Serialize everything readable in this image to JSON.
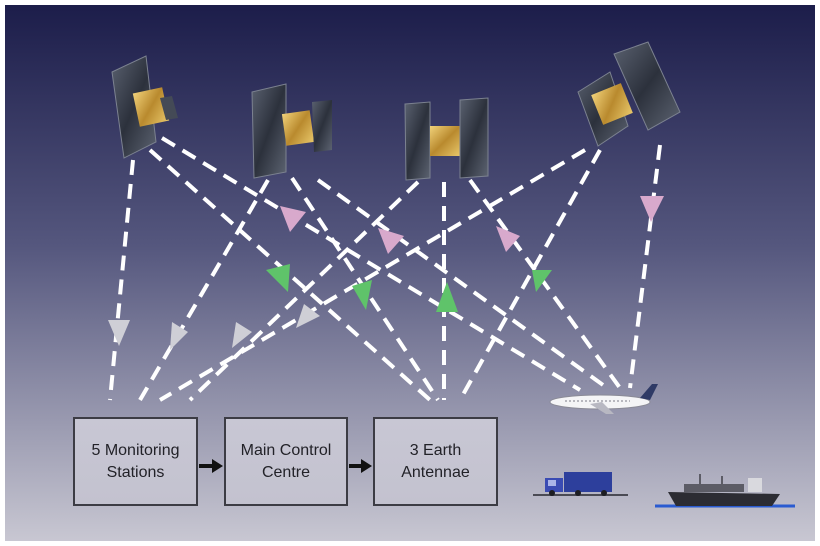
{
  "boxes": [
    {
      "id": "monitoring",
      "label": "5 Monitoring\nStations"
    },
    {
      "id": "control",
      "label": "Main Control\nCentre"
    },
    {
      "id": "antennae",
      "label": "3 Earth\nAntennae"
    }
  ],
  "colors": {
    "sky_top": "#1c1d4a",
    "sky_bottom": "#c8c7d2",
    "signal_line": "#ffffff",
    "arrow_gray": "#cfcfd6",
    "arrow_green": "#5fc36a",
    "arrow_pink": "#d8a9cc",
    "box_border": "#3c3c44"
  },
  "icons": [
    "satellite-icon",
    "airplane-icon",
    "truck-icon",
    "ship-icon"
  ]
}
